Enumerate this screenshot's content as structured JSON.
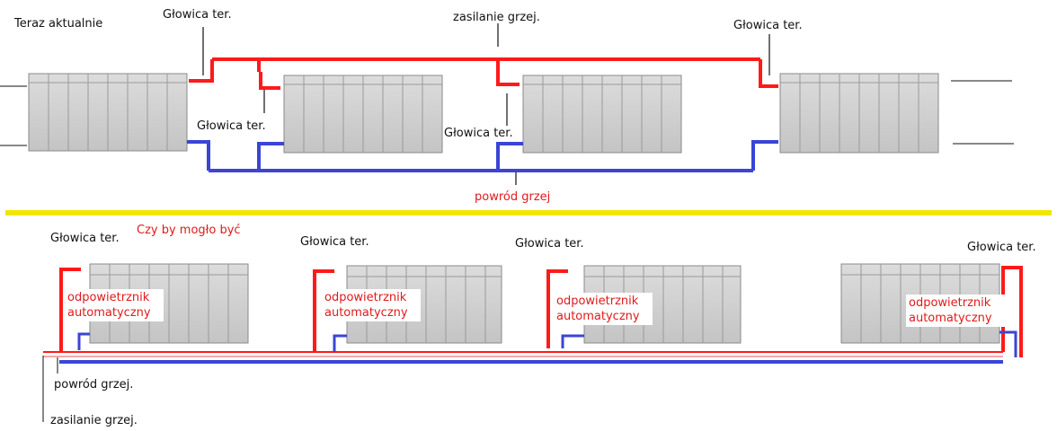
{
  "top": {
    "heading": "Teraz aktualnie",
    "supply_label": "zasilanie grzej.",
    "return_label": "powród grzej",
    "valve_labels": [
      "Głowica ter.",
      "Głowica ter.",
      "Głowica ter.",
      "Głowica ter."
    ]
  },
  "bottom": {
    "heading": "Czy by mogło być",
    "valve_labels": [
      "Głowica ter.",
      "Głowica ter.",
      "Głowica ter.",
      "Głowica ter."
    ],
    "vent_labels": [
      "odpowietrznik automatyczny",
      "odpowietrznik automatyczny",
      "odpowietrznik automatyczny",
      "odpowietrznik automatyczny"
    ],
    "return_label": "powród grzej.",
    "supply_label": "zasilanie grzej."
  },
  "colors": {
    "supply": "#ff1a1a",
    "return": "#3a45d6",
    "divider": "#f2e600",
    "radiator_fill": "#d2d2d2",
    "radiator_edge": "#8a8a8a",
    "label_accent": "#e01a1a"
  }
}
